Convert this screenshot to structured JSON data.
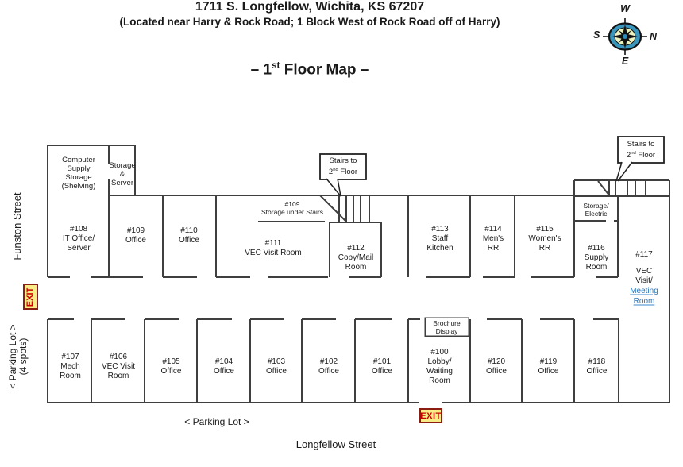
{
  "header": {
    "address_line1": "1711 S. Longfellow, Wichita, KS  67207",
    "address_line2": "(Located near Harry & Rock Road; 1 Block West of Rock Road off of Harry)",
    "map_title_prefix": "– 1",
    "map_title_sup": "st",
    "map_title_suffix": " Floor Map –"
  },
  "compass": {
    "top": "W",
    "left": "S",
    "right": "N",
    "bottom": "E"
  },
  "streets": {
    "left_street": "Funston Street",
    "bottom_street": "Longfellow Street",
    "parking_left": "< Parking Lot >\n(4 spots)",
    "parking_bottom": "< Parking Lot >"
  },
  "exits": {
    "left": "EXIT",
    "bottom": "EXIT"
  },
  "callouts": {
    "stairs_line1": "Stairs to",
    "stairs_num": "2",
    "stairs_sup": "nd",
    "stairs_rest": " Floor"
  },
  "annotations": {
    "computer_supply": "Computer\nSupply\nStorage\n(Shelving)",
    "storage_server": "Storage\n&\nServer",
    "storage_under_stairs": "#109\nStorage under Stairs",
    "storage_electric": "Storage/\nElectric",
    "brochure_display": "Brochure\nDisplay"
  },
  "rooms": {
    "r108": "#108\nIT Office/\nServer",
    "r109": "#109\nOffice",
    "r110": "#110\nOffice",
    "r111": "#111\nVEC Visit Room",
    "r112": "#112\nCopy/Mail\nRoom",
    "r113": "#113\nStaff\nKitchen",
    "r114": "#114\nMen's\nRR",
    "r115": "#115\nWomen's\nRR",
    "r116": "#116\nSupply\nRoom",
    "r117_number": "#117",
    "r117_name": "VEC\nVisit/",
    "r117_link": "Meeting\nRoom",
    "r107": "#107\nMech\nRoom",
    "r106": "#106\nVEC Visit\nRoom",
    "r105": "#105\nOffice",
    "r104": "#104\nOffice",
    "r103": "#103\nOffice",
    "r102": "#102\nOffice",
    "r101": "#101\nOffice",
    "r100": "#100\nLobby/\nWaiting\nRoom",
    "r120": "#120\nOffice",
    "r119": "#119\nOffice",
    "r118": "#118\nOffice"
  },
  "colors": {
    "wall": "#3f3f3f",
    "exit_text": "#cc0000",
    "exit_bg": "#f7ec86",
    "exit_border": "#8c1d12",
    "link": "#2e75b6",
    "compass_ring": "#3a96bd",
    "compass_face": "#eef2bf"
  }
}
